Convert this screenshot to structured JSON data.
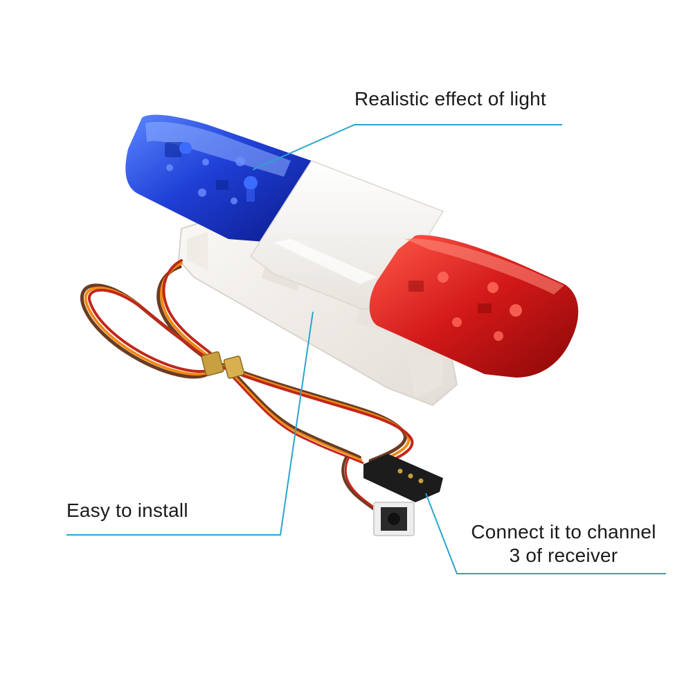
{
  "image": {
    "subject": "RC police light bar with red and blue lenses and servo cable",
    "background_color": "#ffffff",
    "callout_line_color": "#2aa3cf"
  },
  "callouts": {
    "light": "Realistic effect of light",
    "install": "Easy to install",
    "connect_line1": "Connect it to channel",
    "connect_line2": "3 of receiver"
  },
  "colors": {
    "blue_lens": "#1d3fd1",
    "red_lens": "#d21818",
    "white_body": "#f6f4f1",
    "wire_orange": "#f08a12",
    "wire_red": "#c0261b",
    "wire_brown": "#6b3b22"
  }
}
